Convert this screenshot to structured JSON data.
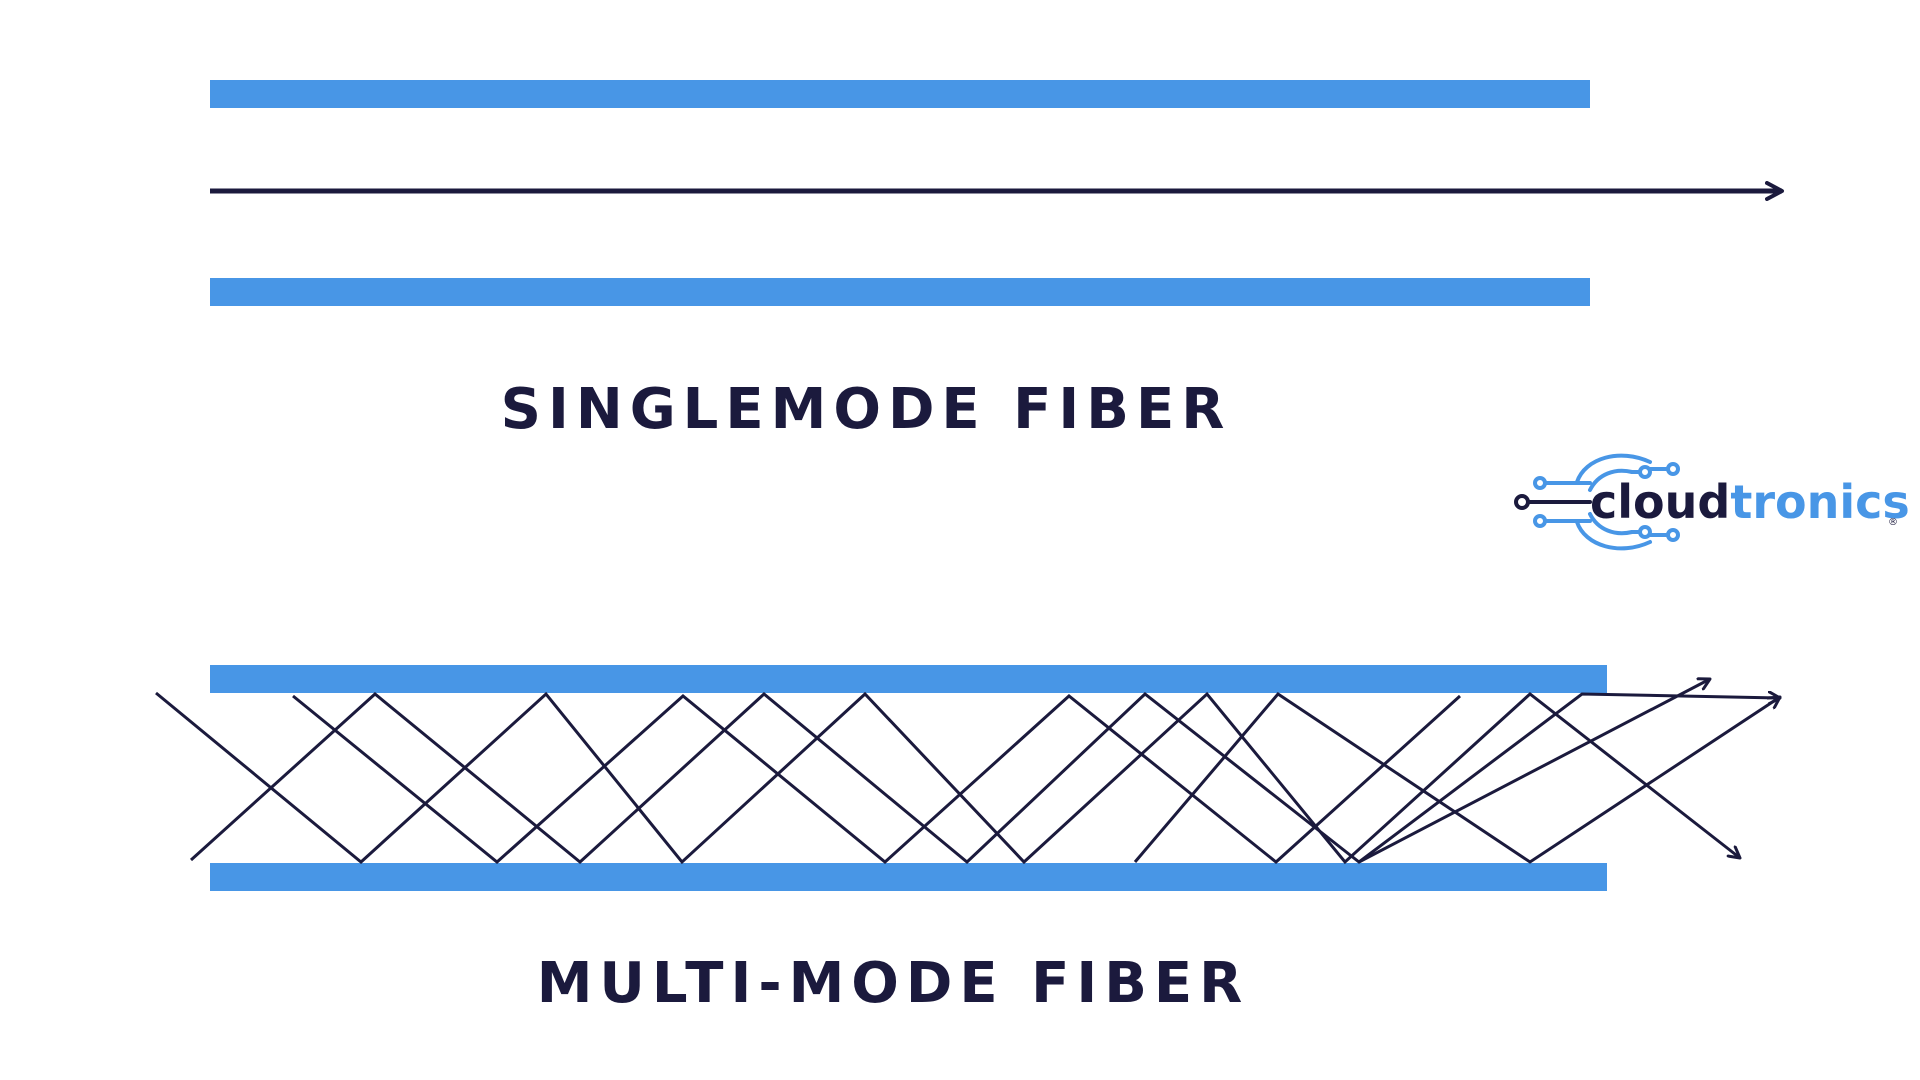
{
  "colors": {
    "cladding": "#4896e6",
    "ray": "#1b1a3d",
    "background": "#ffffff",
    "logo_dark": "#1b1a3d",
    "logo_accent": "#4896e6"
  },
  "singlemode": {
    "title": "SINGLEMODE FIBER"
  },
  "multimode": {
    "title": "MULTI-MODE FIBER"
  },
  "logo": {
    "text_dark": "cloud",
    "text_accent": "tronics",
    "registered": "®",
    "icon": "circuit-cloud-icon"
  }
}
